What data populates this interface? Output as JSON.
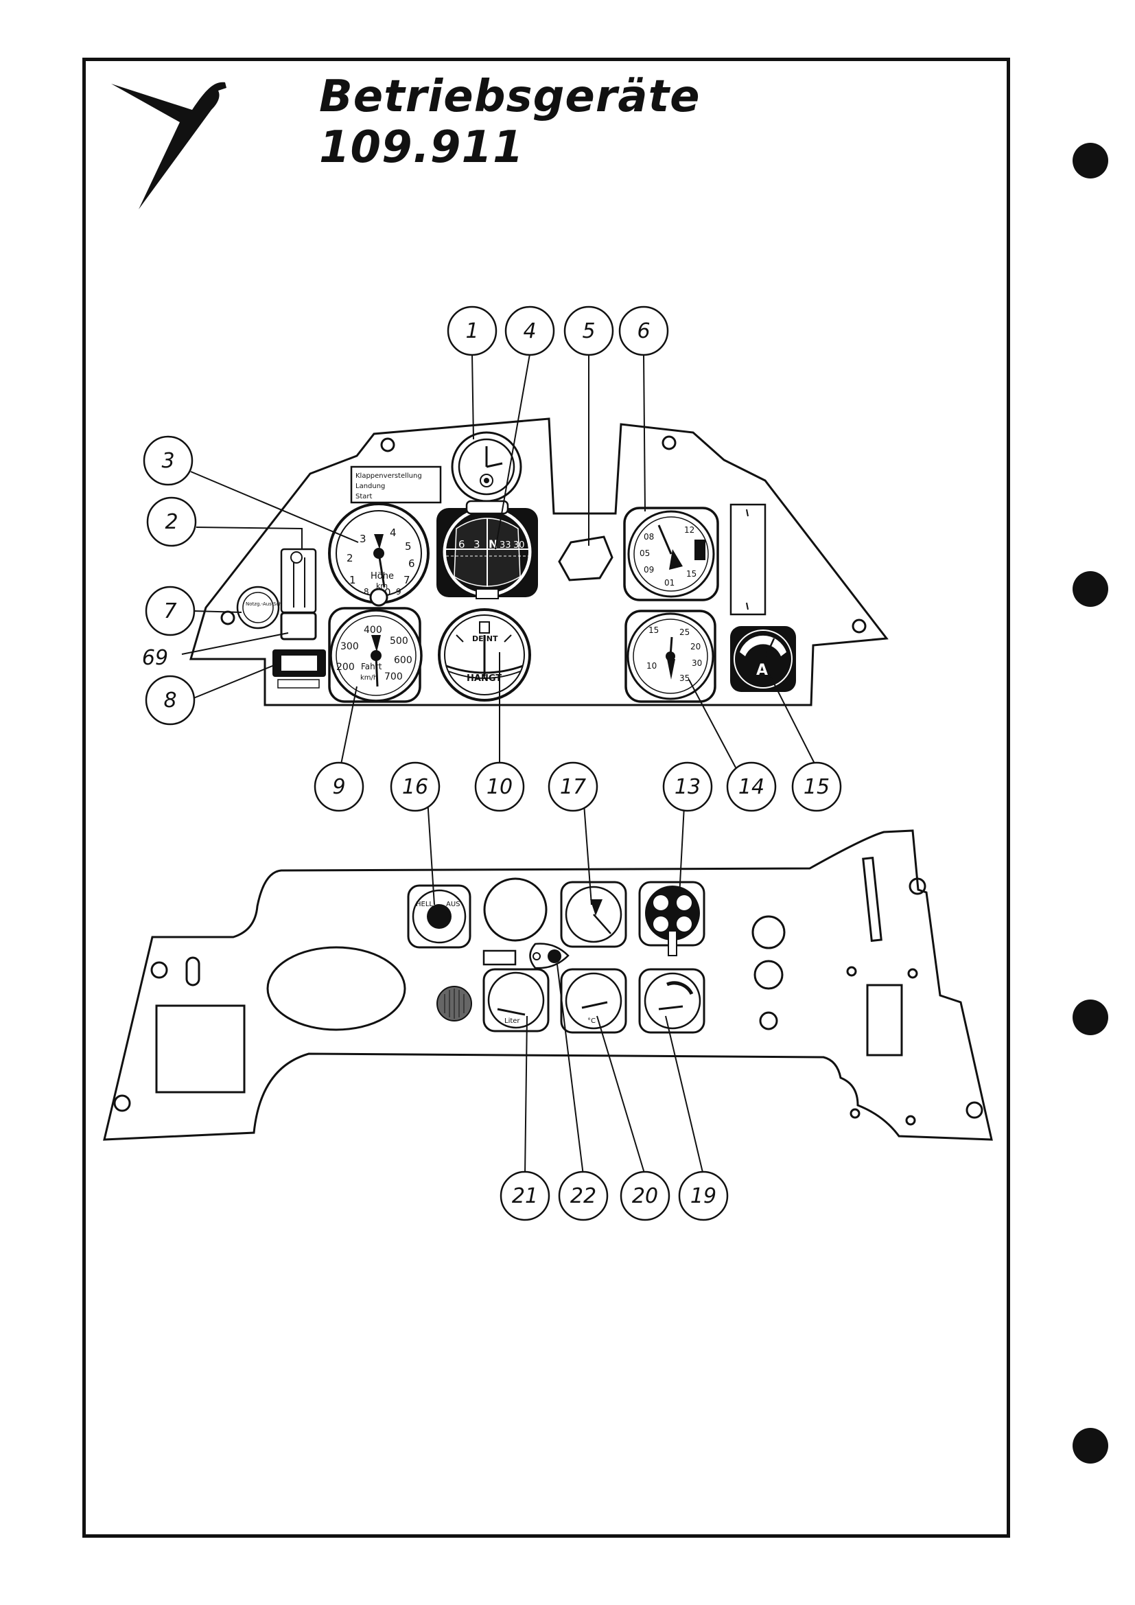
{
  "title": "Betriebsgeräte 109.911",
  "colors": {
    "ink": "#111111",
    "paper": "#ffffff"
  },
  "logo": "eagle-logo",
  "upper_panel": {
    "placard": [
      "Klappenverstellung",
      "Landung",
      "Start"
    ],
    "switch_label": "Notzg.-Aus Schalter",
    "gauges": {
      "altimeter": {
        "digits": [
          "3",
          "4",
          "5",
          "6",
          "7",
          "2",
          "1",
          "0",
          "9",
          "8"
        ],
        "text": "Höhe",
        "unit": "km"
      },
      "compass": {
        "letters": [
          "6",
          "3",
          "N",
          "33",
          "30"
        ]
      },
      "rpm": {
        "digits": [
          "08",
          "12",
          "05",
          "09",
          "15",
          "01"
        ]
      },
      "airspeed": {
        "digits": [
          "400",
          "300",
          "500",
          "600",
          "200",
          "700"
        ],
        "text": "Fahrt",
        "unit": "km/h"
      },
      "turn": {
        "top": "DEINT",
        "bottom": "HANGT"
      },
      "manifold": {
        "digits": [
          "25",
          "20",
          "15",
          "30",
          "10",
          "35"
        ]
      },
      "ammeter": {
        "letter": "A"
      }
    }
  },
  "lower_panel": {
    "light": {
      "labels": [
        "HELL",
        "AUS"
      ]
    },
    "fuel": {
      "unit": "Liter"
    },
    "oil_temp": {
      "unit": "°C"
    }
  },
  "callouts": {
    "top": [
      "1",
      "4",
      "5",
      "6"
    ],
    "left": [
      "3",
      "2",
      "7",
      "69",
      "8"
    ],
    "mid": [
      "9",
      "16",
      "10",
      "17",
      "13",
      "14",
      "15"
    ],
    "bottom": [
      "21",
      "22",
      "20",
      "19"
    ]
  }
}
